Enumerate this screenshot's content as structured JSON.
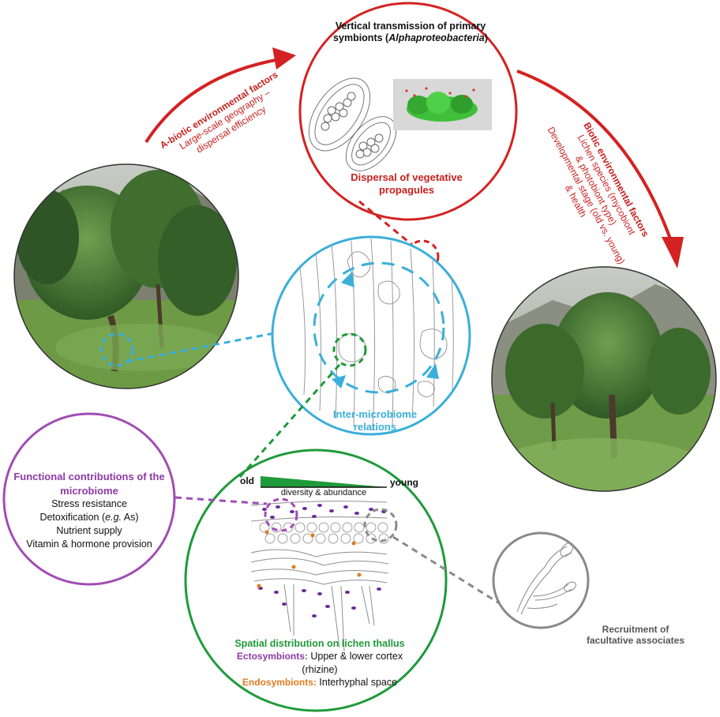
{
  "top": {
    "title_line1": "Vertical transmission of primary",
    "title_line2_prefix": "symbionts (",
    "title_line2_italic": "Alphaproteobacteria",
    "title_line2_suffix": ")",
    "dispersal_line1": "Dispersal of vegetative",
    "dispersal_line2": "propagules"
  },
  "abiotic": {
    "title": "A-biotic environmental factors",
    "line1": "Large-scale geography –",
    "line2": "dispersal efficiency"
  },
  "biotic": {
    "title": "Biotic environmental factors",
    "line1": "Lichen species (mycobiont",
    "line2": "& photobiont type)",
    "line3": "Developmental stage (old vs. young)",
    "line4": "& health"
  },
  "inter": {
    "line1": "Inter-microbiome",
    "line2": "relations"
  },
  "functional": {
    "title_line1": "Functional contributions of the",
    "title_line2": "microbiome",
    "items": [
      "Stress resistance",
      "Detoxification (e.g. As)",
      "Nutrient supply",
      "Vitamin & hormone provision"
    ]
  },
  "spatial": {
    "old": "old",
    "young": "young",
    "gradient_label": "diversity & abundance",
    "title": "Spatial distribution on lichen thallus",
    "ecto_label": "Ectosymbionts:",
    "ecto_text": " Upper & lower cortex",
    "ecto_text2": "(rhizine)",
    "endo_label": "Endosymbionts:",
    "endo_text": " Interhyphal space"
  },
  "recruitment": {
    "line1": "Recruitment of",
    "line2": "facultative associates"
  },
  "colors": {
    "red": "#d42222",
    "blue": "#3aafd9",
    "green": "#1f9a3a",
    "purple": "#a04db3",
    "grey": "#8a8a8a",
    "orange": "#e07b20"
  }
}
